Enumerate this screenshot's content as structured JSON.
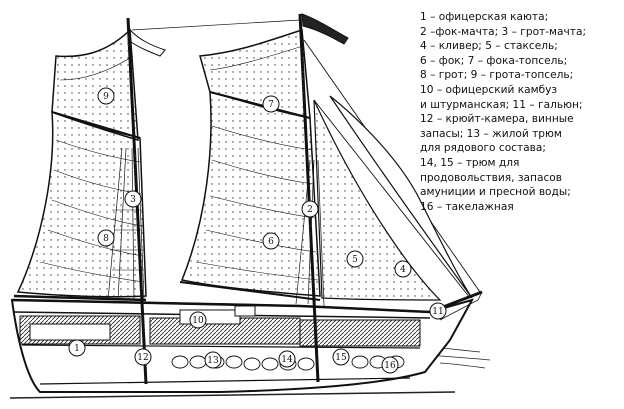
{
  "legend": {
    "lines": [
      "1 – офицерская каюта;",
      "2 –фок-мачта; 3 – грот-мачта;",
      "4 – кливер; 5 – стаксель;",
      "6 – фок; 7 – фока-топсель;",
      "8 – грот; 9 – грота-топсель;",
      "10 – офицерский камбуз",
      "и штурманская; 11 – гальюн;",
      "12 – крюйт-камера, винные",
      "запасы; 13 – жилой трюм",
      "для рядового состава;",
      "14, 15 – трюм для",
      "продовольствия, запасов",
      "амуниции и пресной воды;",
      "16 – такелажная"
    ]
  },
  "callouts": {
    "c1": "1",
    "c2": "2",
    "c3": "3",
    "c4": "4",
    "c5": "5",
    "c6": "6",
    "c7": "7",
    "c8": "8",
    "c9": "9",
    "c10": "10",
    "c11": "11",
    "c12": "12",
    "c13": "13",
    "c14": "14",
    "c15": "15",
    "c16": "16"
  },
  "colors": {
    "ink": "#111111",
    "paper": "#ffffff"
  }
}
